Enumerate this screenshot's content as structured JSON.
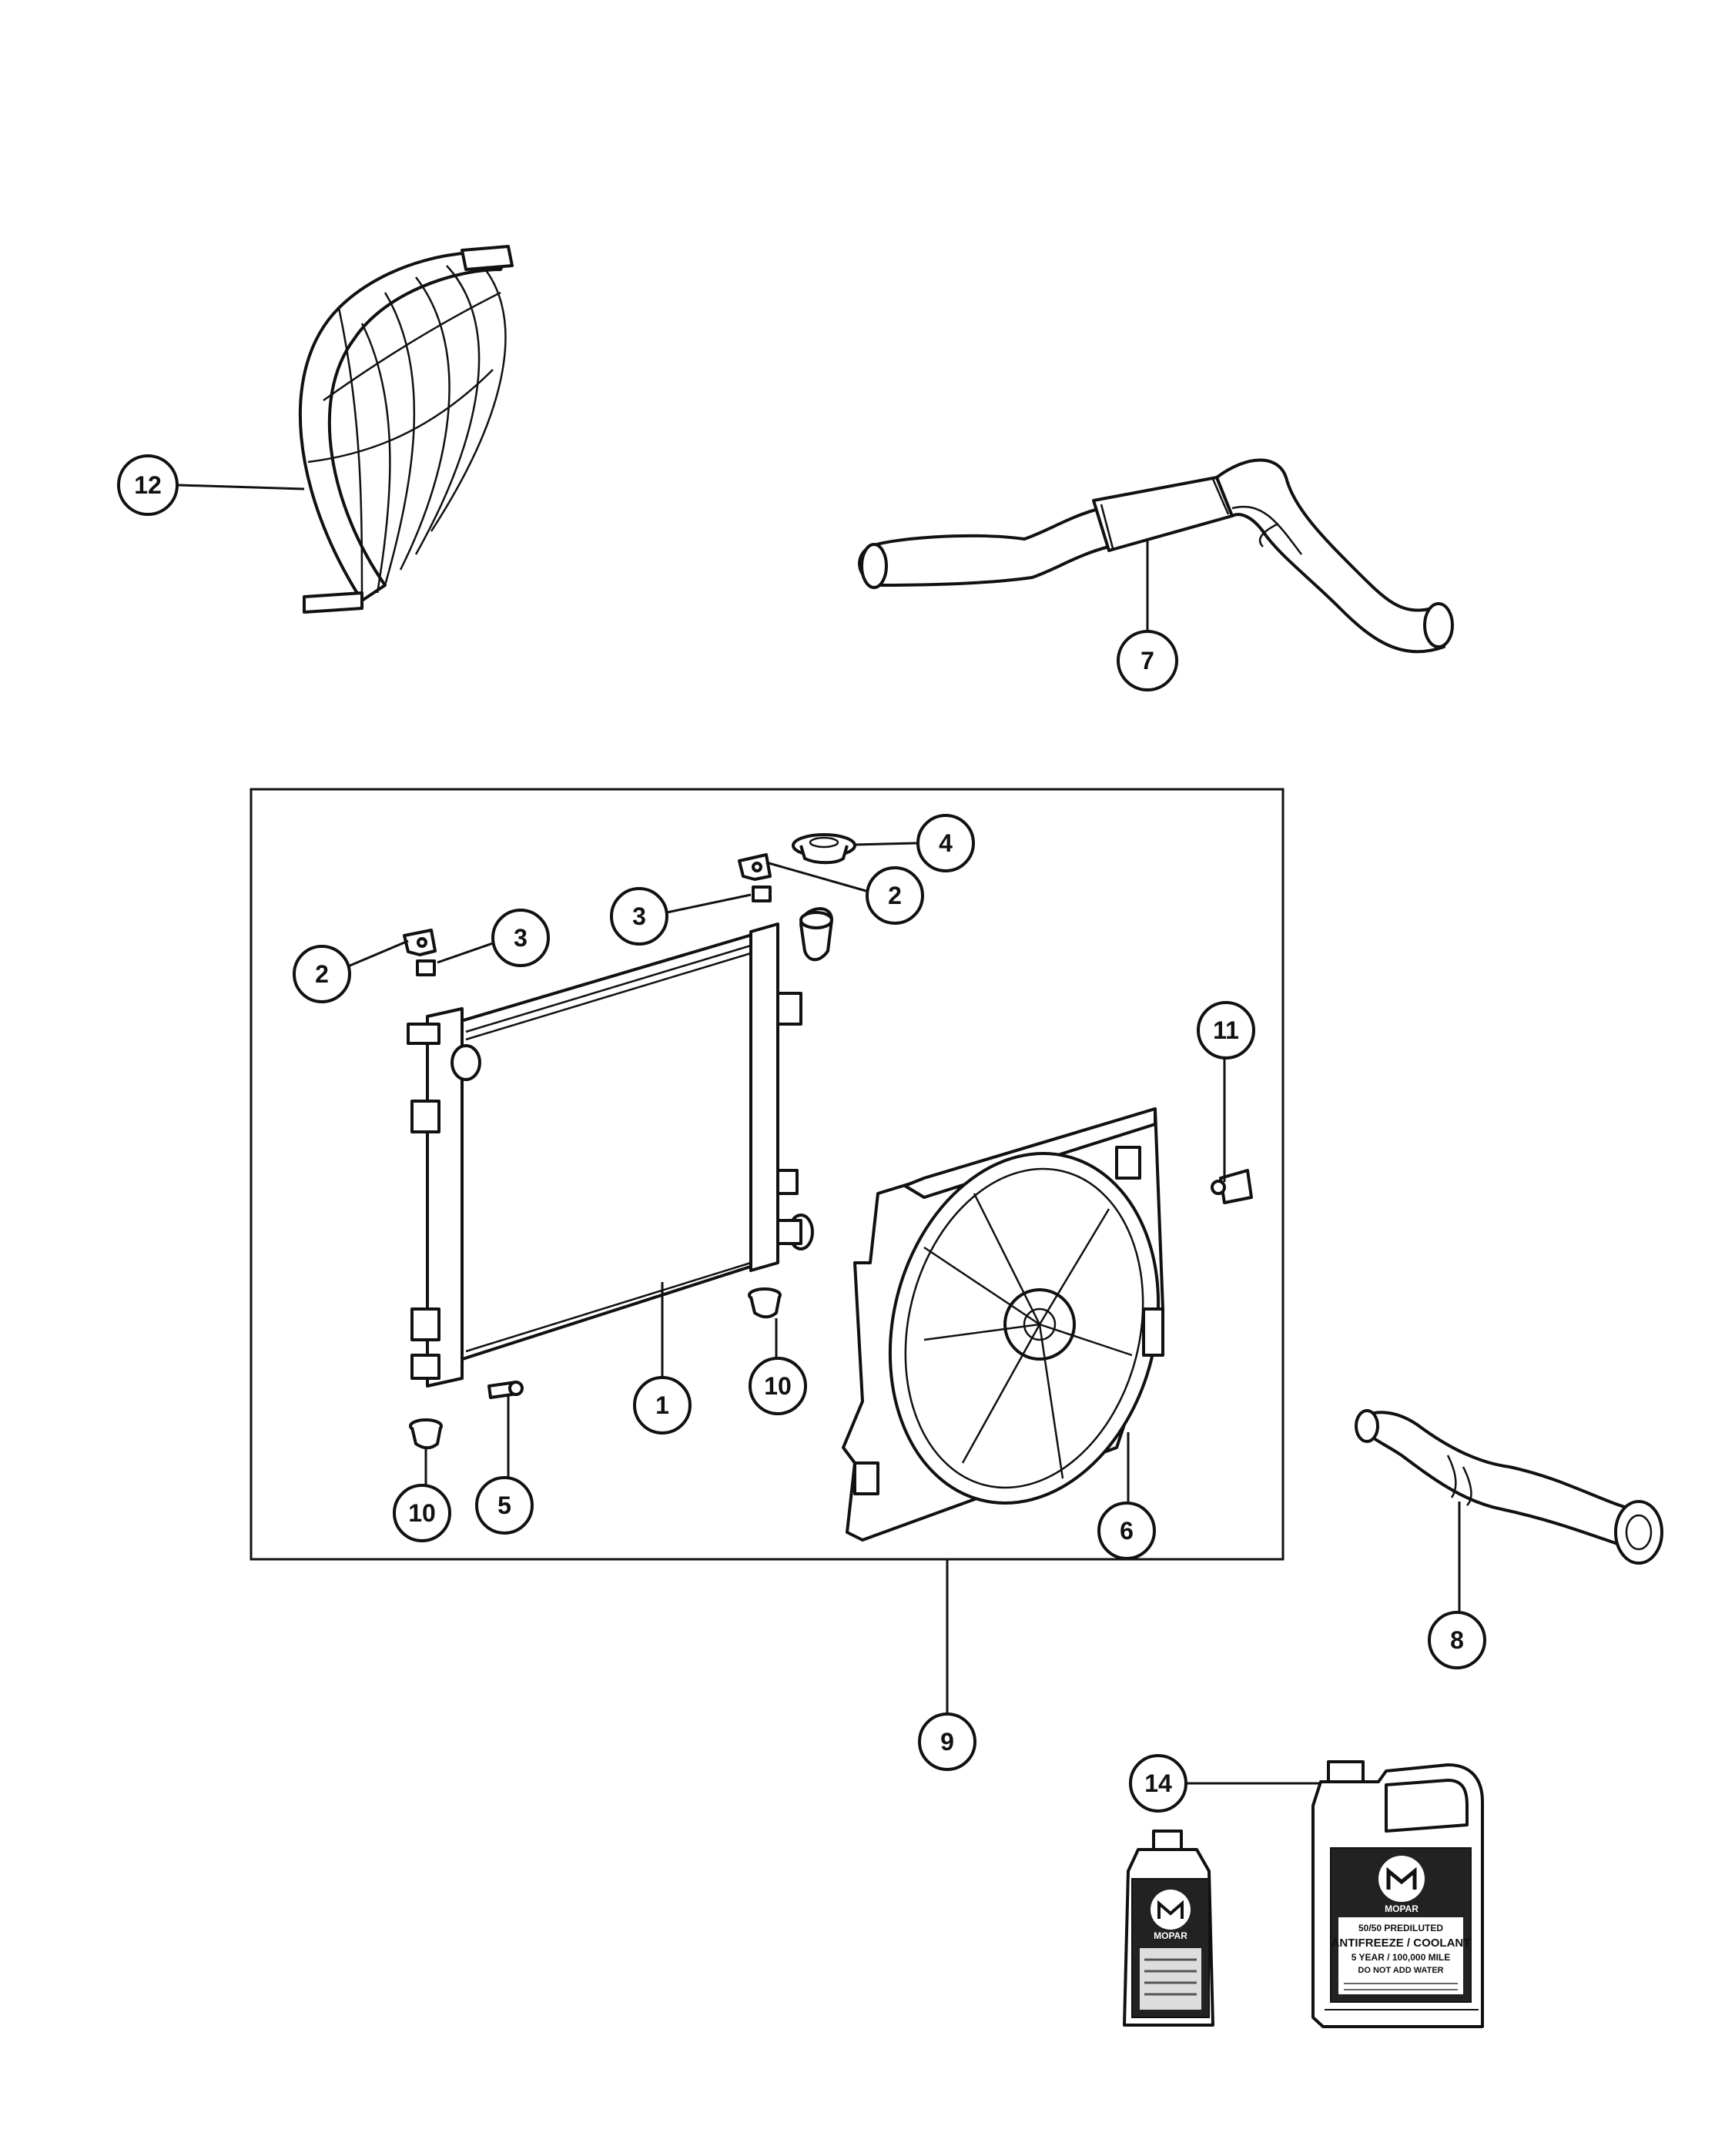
{
  "diagram": {
    "callouts": {
      "c1": "1",
      "c2a": "2",
      "c2b": "2",
      "c3a": "3",
      "c3b": "3",
      "c4": "4",
      "c5": "5",
      "c6": "6",
      "c7": "7",
      "c8": "8",
      "c9": "9",
      "c10a": "10",
      "c10b": "10",
      "c11": "11",
      "c12": "12",
      "c14": "14"
    },
    "jug_label": {
      "brand": "MOPAR",
      "line1": "50/50 PREDILUTED",
      "line2": "ANTIFREEZE / COOLANT",
      "line3": "5 YEAR / 100,000 MILE",
      "line4": "DO NOT ADD WATER"
    },
    "bottle_label": {
      "brand": "MOPAR"
    }
  }
}
